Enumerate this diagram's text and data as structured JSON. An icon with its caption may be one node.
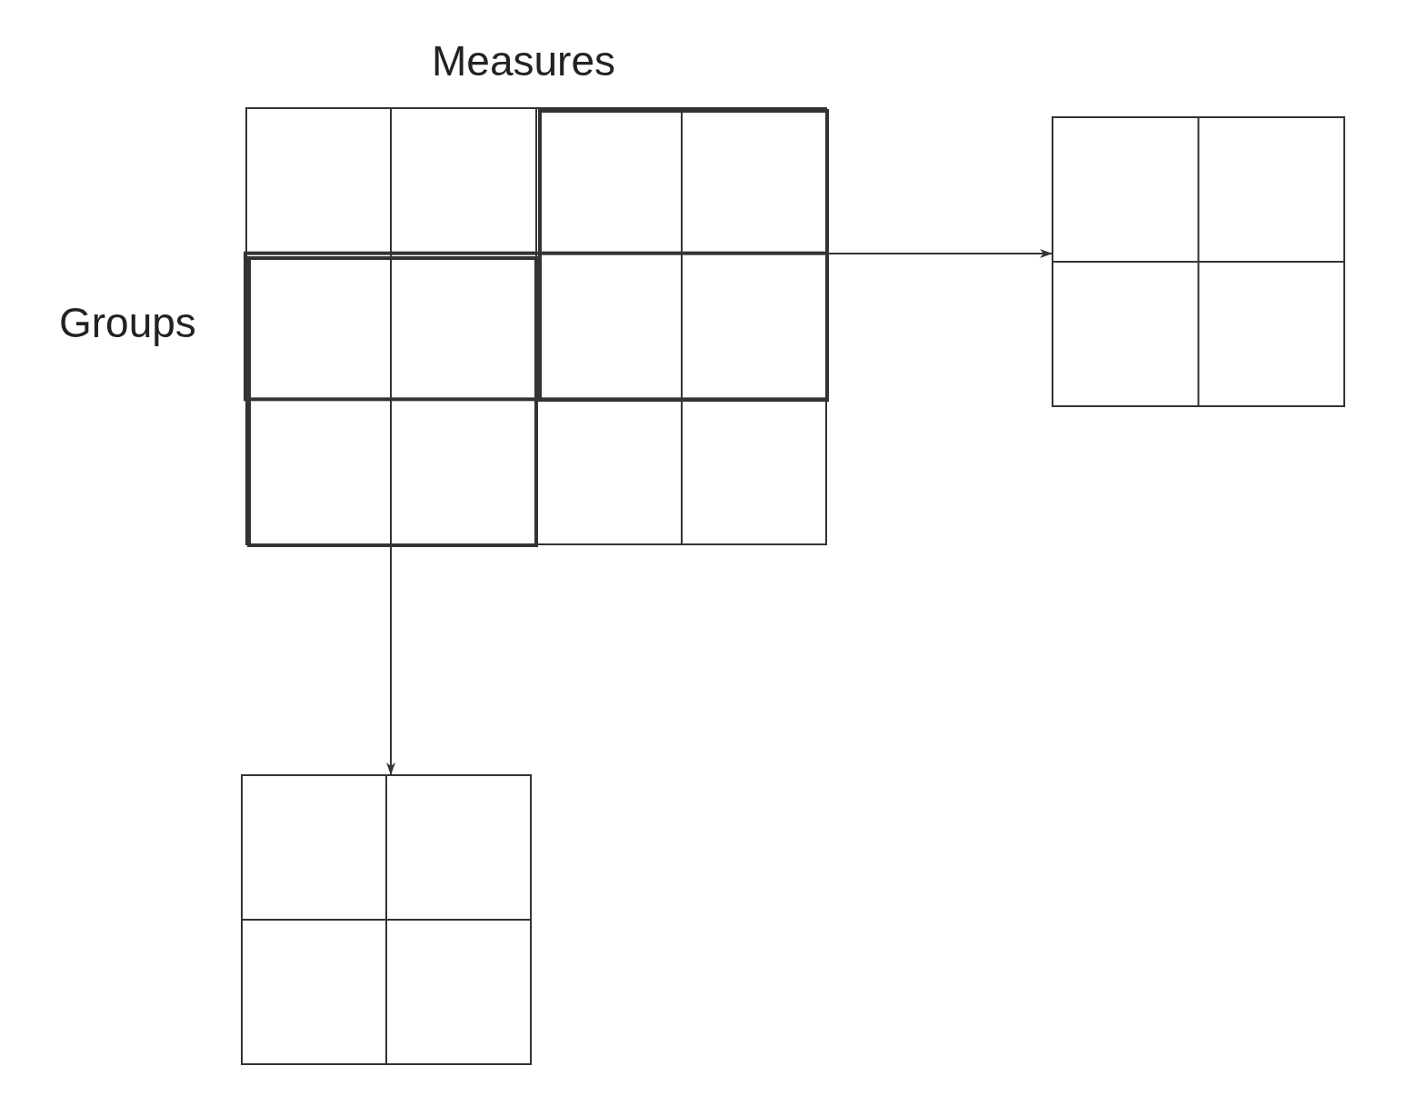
{
  "diagram": {
    "nodes": [
      {
        "text": [],
        "shape": "box"
      },
      {
        "text": [],
        "shape": "box",
        "in": 0
      },
      {
        "text": [],
        "shape": "box",
        "in": 0
      },
      {
        "text": [],
        "shape": "box"
      },
      {
        "text": [],
        "shape": "box"
      }
    ],
    "edges": [
      {
        "from": 1,
        "to": 3,
        "arrow": "to"
      },
      {
        "from": 2,
        "to": 4,
        "arrow": "to"
      }
    ],
    "labels": [
      "Measures",
      "Groups"
    ]
  }
}
